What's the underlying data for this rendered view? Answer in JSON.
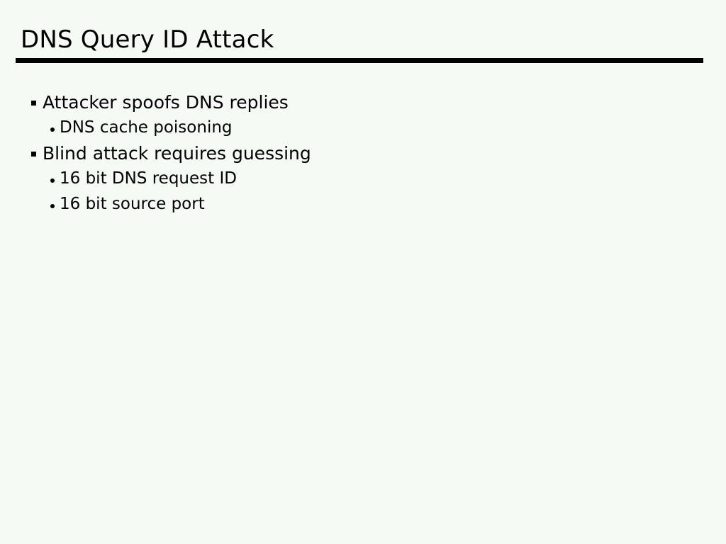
{
  "slide": {
    "background_color": "#f5faf5",
    "text_color": "#000000",
    "rule_color": "#000000",
    "title": "DNS Query ID Attack"
  },
  "body": {
    "bullets": [
      {
        "level": 1,
        "marker": "square-bullet-icon",
        "text": "Attacker spoofs DNS replies"
      },
      {
        "level": 2,
        "marker": "round-bullet-icon",
        "text": "DNS cache poisoning"
      },
      {
        "level": 1,
        "marker": "square-bullet-icon",
        "text": "Blind attack requires guessing"
      },
      {
        "level": 2,
        "marker": "round-bullet-icon",
        "text": "16 bit DNS request ID"
      },
      {
        "level": 2,
        "marker": "round-bullet-icon",
        "text": "16 bit source port"
      }
    ]
  }
}
